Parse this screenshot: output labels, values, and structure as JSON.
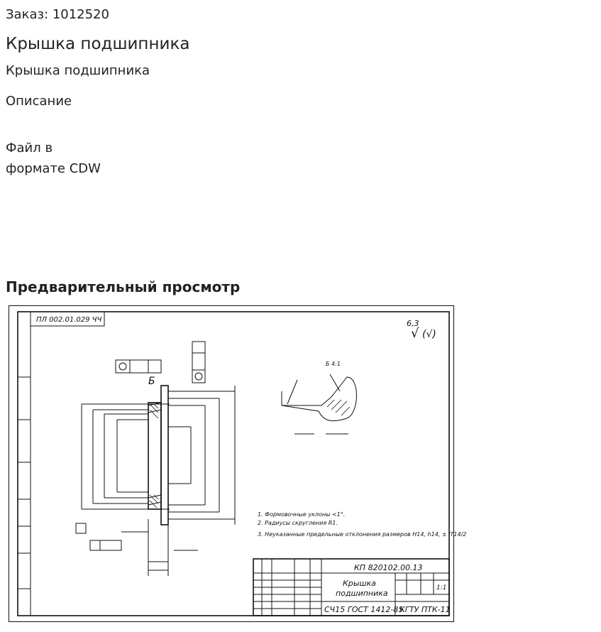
{
  "order": {
    "label": "Заказ: 1012520"
  },
  "product": {
    "title": "Крышка подшипника",
    "subtitle": "Крышка подшипника"
  },
  "description": {
    "label": "Описание",
    "file_format_line1": "Файл в",
    "file_format_line2": "формате CDW"
  },
  "preview": {
    "heading": "Предварительный просмотр",
    "drawing": {
      "stamp_top": "ПЛ 002.01.029 ЧЧ",
      "roughness_value": "6,3",
      "roughness_suffix": "(√)",
      "notes": [
        "1. Формовочные уклоны <1°.",
        "2. Радиусы скругления R1.",
        "3. Неуказанные предельные отклонения размеров H14, h14, ± IT14/2"
      ],
      "title_block": {
        "code": "КП 820102.00.13",
        "part_name_line1": "Крышка",
        "part_name_line2": "подшипника",
        "material": "СЧ15 ГОСТ 1412-85",
        "org": "КГТУ ПТК-11",
        "scale": "1:1"
      },
      "section_label": "Б",
      "detail_label": "Б 4:1"
    }
  }
}
